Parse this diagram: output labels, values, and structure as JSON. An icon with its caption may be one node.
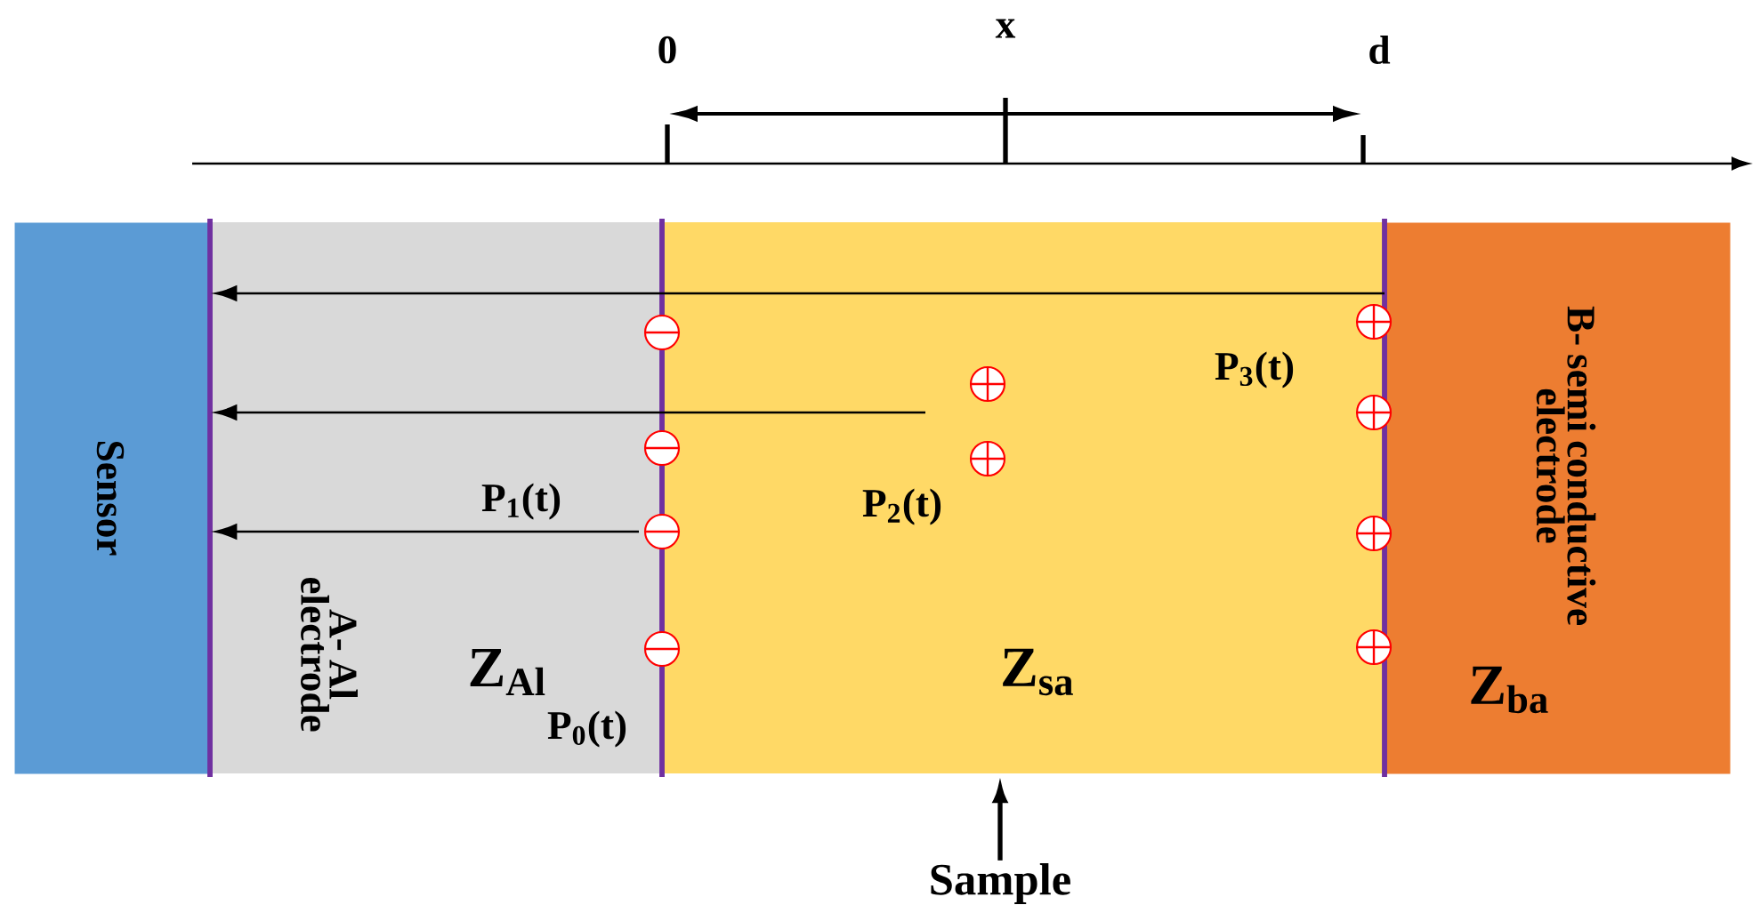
{
  "diagram": {
    "nodes": [
      {
        "text": [
          "Sensor"
        ]
      },
      {
        "text": [
          "A- Al electrode",
          "Z$_{Al}$"
        ]
      },
      {
        "text": [
          "Z$_{sa}$"
        ]
      },
      {
        "text": [
          "B- semi conductive electrode",
          "Z$_{ba}$"
        ]
      },
      {
        "text": [
          "Sample"
        ]
      }
    ],
    "edges": [
      {
        "from": 3,
        "to": 0,
        "arrow": "to"
      },
      {
        "from": null,
        "to": 0,
        "arrow": "to"
      },
      {
        "from": null,
        "to": 0,
        "arrow": "to"
      },
      {
        "from": 4,
        "to": null,
        "arrow": "to"
      }
    ],
    "labels": [
      "0",
      "x",
      "d",
      "P$_{3}$(t)",
      "P$_{2}$(t)",
      "P$_{1}$(t)",
      "P$_{0}$(t)"
    ]
  }
}
